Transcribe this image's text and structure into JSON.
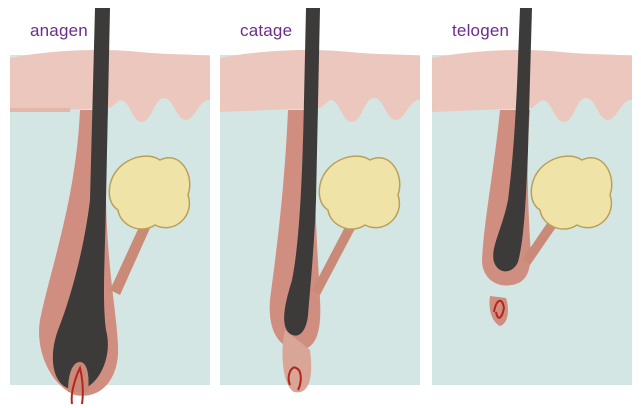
{
  "stages": [
    {
      "label": "anagen"
    },
    {
      "label": "catage"
    },
    {
      "label": "telogen"
    }
  ],
  "colors": {
    "label": "#6b2c8e",
    "skin": "#ecc7bd",
    "dermis": "#d4e6e4",
    "hair": "#3c3b3a",
    "sheath": "#d08e80",
    "gland": "#f0e3a8",
    "blood": "#b3261e"
  }
}
